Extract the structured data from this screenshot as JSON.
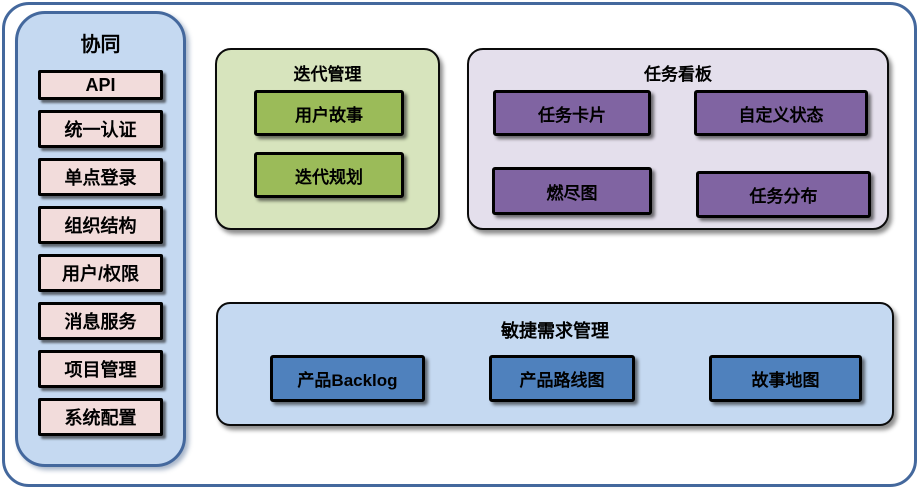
{
  "sidebar": {
    "title": "协同",
    "items": [
      {
        "label": "API"
      },
      {
        "label": "统一认证"
      },
      {
        "label": "单点登录"
      },
      {
        "label": "组织结构"
      },
      {
        "label": "用户/权限"
      },
      {
        "label": "消息服务"
      },
      {
        "label": "项目管理"
      },
      {
        "label": "系统配置"
      }
    ]
  },
  "iteration": {
    "title": "迭代管理",
    "items": [
      {
        "label": "用户故事"
      },
      {
        "label": "迭代规划"
      }
    ]
  },
  "taskboard": {
    "title": "任务看板",
    "items": [
      {
        "label": "任务卡片"
      },
      {
        "label": "自定义状态"
      },
      {
        "label": "燃尽图"
      },
      {
        "label": "任务分布"
      }
    ]
  },
  "agile": {
    "title": "敏捷需求管理",
    "items": [
      {
        "label": "产品Backlog"
      },
      {
        "label": "产品路线图"
      },
      {
        "label": "故事地图"
      }
    ]
  },
  "colors": {
    "frame_border": "#44689D",
    "panel_blue": "#C5D9F1",
    "pink_box": "#F2DCDB",
    "green_bg": "#D7E4BD",
    "green_box": "#9BBB59",
    "purple_bg": "#E4DFEC",
    "purple_box": "#8064A2",
    "blue_box": "#4F81BD"
  }
}
